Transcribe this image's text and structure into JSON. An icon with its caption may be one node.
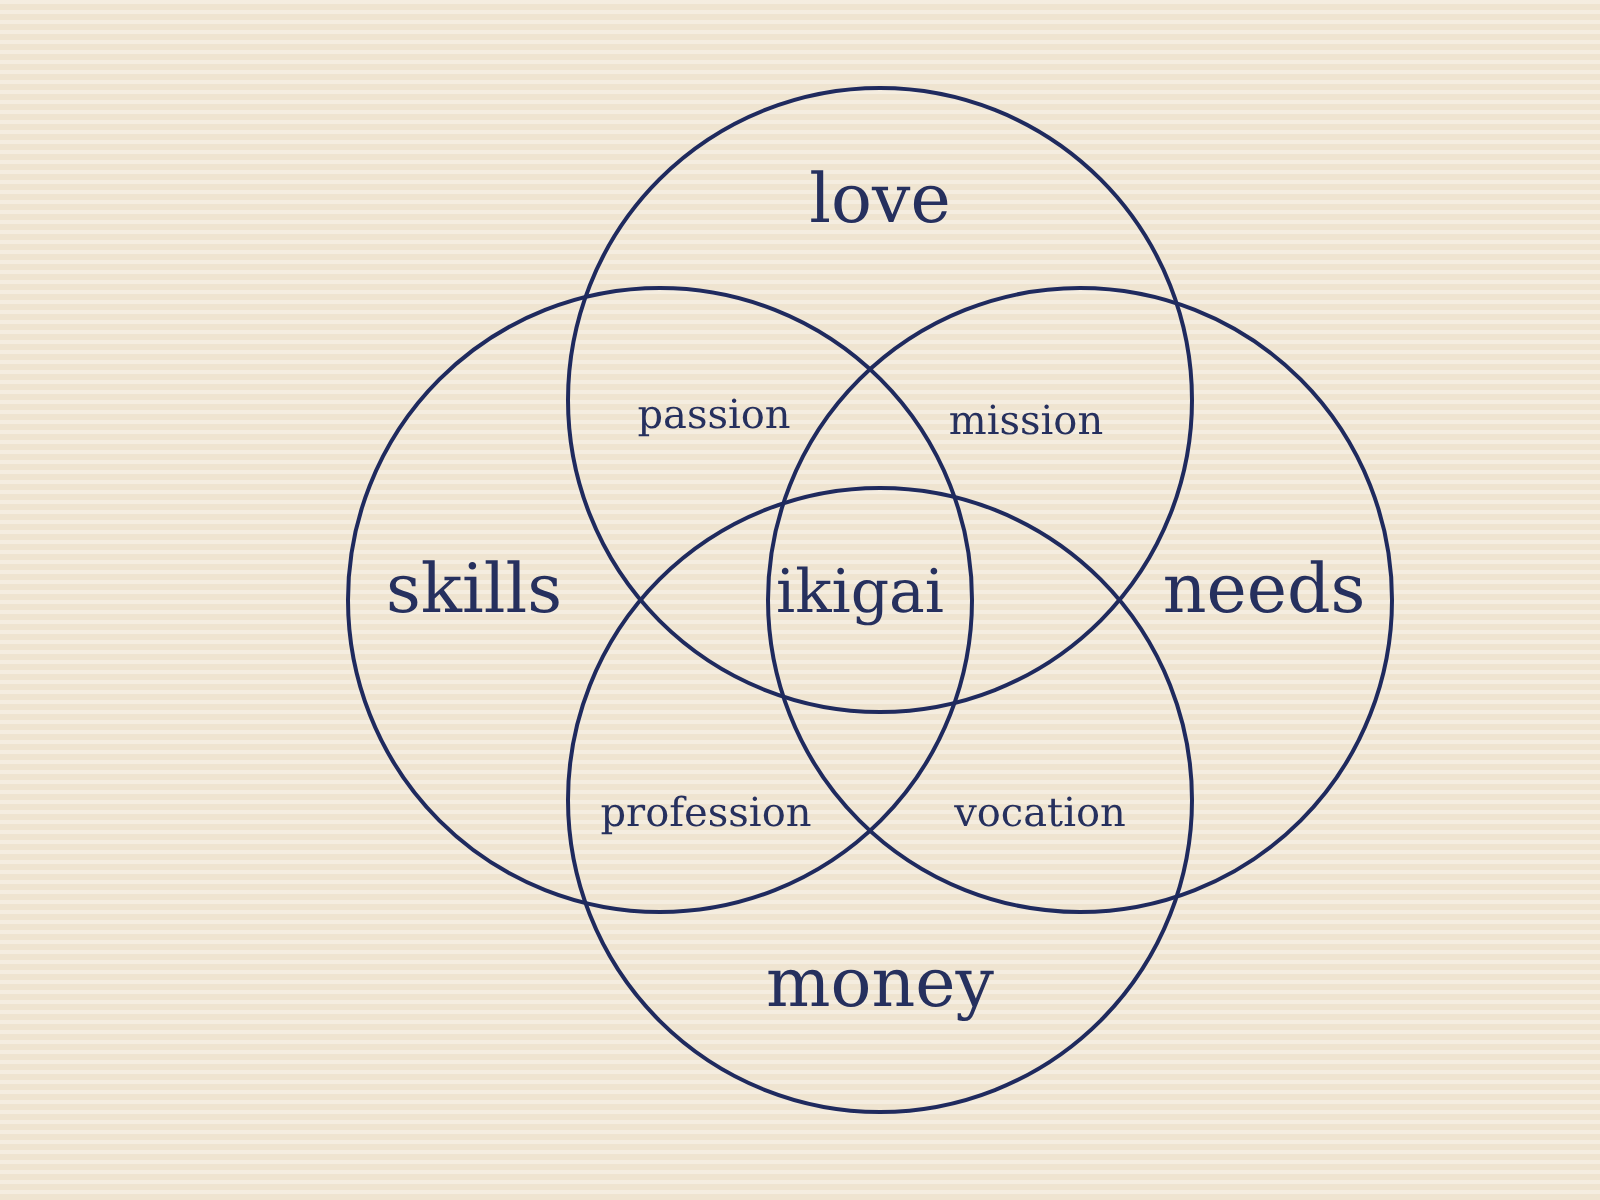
{
  "diagram": {
    "nodes": [
      {
        "text": [
          "love"
        ]
      },
      {
        "text": [
          "skills"
        ]
      },
      {
        "text": [
          "needs"
        ]
      },
      {
        "text": [
          "money"
        ]
      }
    ],
    "edges": [],
    "labels": [
      "passion",
      "mission",
      "ikigai",
      "profession",
      "vocation"
    ]
  }
}
